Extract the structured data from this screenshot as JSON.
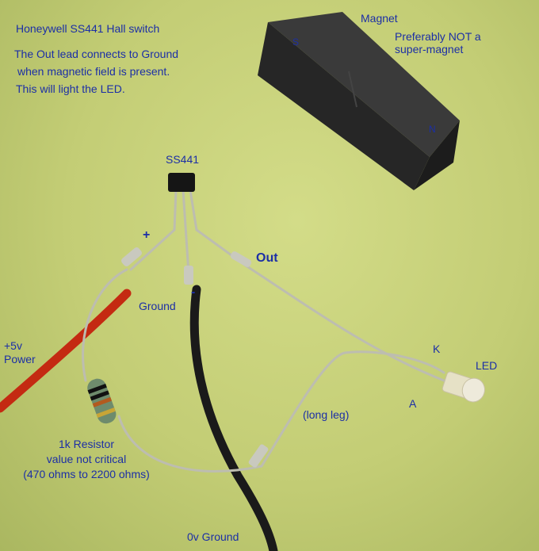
{
  "title": "Honeywell SS441 Hall switch",
  "description_lines": [
    "The Out lead connects to Ground",
    "when magnetic field is present.",
    "This will light the LED."
  ],
  "magnet": {
    "label": "Magnet",
    "note_lines": [
      "Preferably NOT a",
      "super-magnet"
    ],
    "pole_s": "S",
    "pole_n": "N"
  },
  "sensor": {
    "label": "SS441"
  },
  "pins": {
    "plus": "+",
    "minus": "-",
    "ground": "Ground",
    "out": "Out"
  },
  "power": {
    "lines": [
      "+5v",
      "Power"
    ]
  },
  "led": {
    "label": "LED",
    "cathode": "K",
    "anode": "A",
    "long_leg": "(long leg)"
  },
  "resistor": {
    "lines": [
      "1k Resistor",
      "value not critical",
      "(470 ohms to 2200 ohms)"
    ]
  },
  "ground_wire": "0v Ground",
  "colors": {
    "background": "#c3cd75",
    "text": "#1c2fa6",
    "red_wire": "#c42a12",
    "black_wire": "#1a1a1a",
    "magnet": "#2b2b2b"
  }
}
